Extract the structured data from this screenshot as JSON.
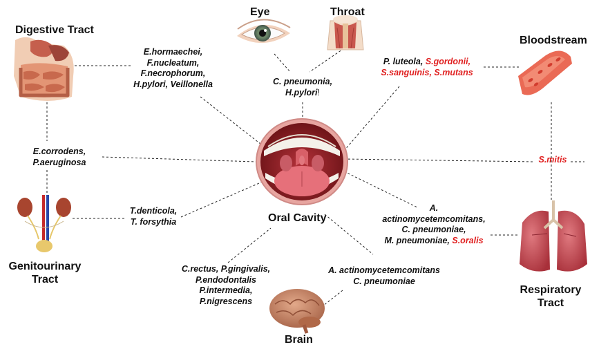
{
  "center": {
    "label": "Oral Cavity"
  },
  "organs": {
    "digestive": "Digestive Tract",
    "eye": "Eye",
    "throat": "Throat",
    "bloodstream": "Bloodstream",
    "genitourinary_line1": "Genitourinary",
    "genitourinary_line2": "Tract",
    "respiratory_line1": "Respiratory",
    "respiratory_line2": "Tract",
    "brain": "Brain"
  },
  "bacteria": {
    "digestive": [
      "E.hormaechei,",
      "F.nucleatum,",
      "F.necrophorum,",
      "H.pylori, Veillonella"
    ],
    "eye_throat": [
      "C. pneumonia,",
      "H.pylori"
    ],
    "eye_throat_mark": "!",
    "blood_line1_black": "P. luteola,",
    "blood_line1_red": "S.gordonii,",
    "blood_line2_red": "S.sanguinis, S.mutans",
    "left_mid": [
      "E.corrodens,",
      "P.aeruginosa"
    ],
    "right_mid_red": "S.mitis",
    "genito": [
      "T.denticola,",
      "T. forsythia"
    ],
    "resp_lines": [
      "A.",
      "actinomycetemcomitans,",
      "C. pneumoniae,"
    ],
    "resp_line4_black": "M. pneumoniae,",
    "resp_line4_red": "S.oralis",
    "brain_left": [
      "C.rectus, P.gingivalis,",
      "P.endodontalis",
      "P.intermedia,",
      "P.nigrescens"
    ],
    "brain_right": [
      "A. actinomycetemcomitans",
      "C. pneumoniae"
    ]
  },
  "colors": {
    "highlight": "#e02020",
    "text": "#111111"
  }
}
